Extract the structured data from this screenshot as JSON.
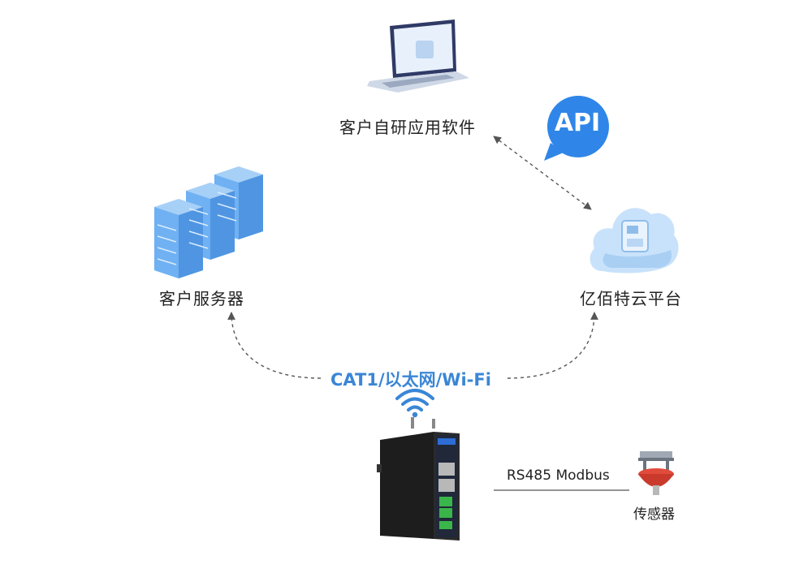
{
  "nodes": {
    "software": {
      "label": "客户自研应用软件",
      "icon": "laptop-icon"
    },
    "server": {
      "label": "客户服务器",
      "icon": "server-rack-icon"
    },
    "cloud": {
      "label": "亿佰特云平台",
      "icon": "cloud-icon"
    },
    "sensor": {
      "label": "传感器",
      "icon": "sensor-icon"
    },
    "gateway": {
      "icon": "gateway-device-icon"
    }
  },
  "links": {
    "api_badge": "API",
    "network": "CAT1/以太网/Wi-Fi",
    "serial": "RS485 Modbus"
  },
  "colors": {
    "accent": "#3a86d6",
    "api_badge": "#2f86e8",
    "line": "#555555",
    "server": "#6fb1f2",
    "cloud": "#c9e2fb",
    "device": "#1d1d1d",
    "sensor": "#e04b3c"
  }
}
